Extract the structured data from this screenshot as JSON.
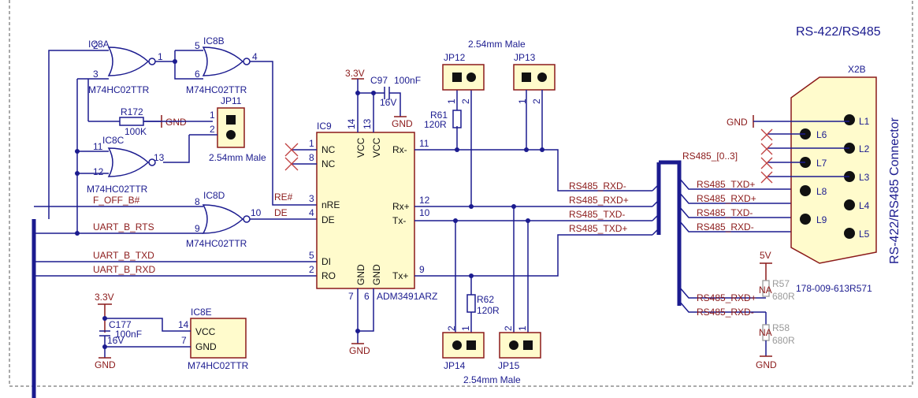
{
  "title": "RS-422/RS485",
  "connector_title": "RS-422/RS485 Connector",
  "gates": {
    "ic8a": {
      "ref": "IC8A",
      "part": "M74HC02TTR",
      "pins": [
        "2",
        "3",
        "1"
      ]
    },
    "ic8b": {
      "ref": "IC8B",
      "part": "M74HC02TTR",
      "pins": [
        "5",
        "6",
        "4"
      ]
    },
    "ic8c": {
      "ref": "IC8C",
      "part": "M74HC02TTR",
      "pins": [
        "11",
        "12",
        "13"
      ]
    },
    "ic8d": {
      "ref": "IC8D",
      "part": "M74HC02TTR",
      "pins": [
        "8",
        "9",
        "10"
      ]
    }
  },
  "ic8e": {
    "ref": "IC8E",
    "part": "M74HC02TTR",
    "vcc": "VCC",
    "gnd": "GND",
    "pin_vcc": "14",
    "pin_gnd": "7"
  },
  "ic9": {
    "ref": "IC9",
    "part": "ADM3491ARZ",
    "left_pins": [
      {
        "num": "1",
        "name": "NC"
      },
      {
        "num": "8",
        "name": "NC"
      },
      {
        "num": "3",
        "name": "nRE"
      },
      {
        "num": "4",
        "name": "DE"
      },
      {
        "num": "5",
        "name": "DI"
      },
      {
        "num": "2",
        "name": "RO"
      }
    ],
    "right_pins": [
      {
        "num": "11",
        "name": "Rx-"
      },
      {
        "num": "12",
        "name": "Rx+"
      },
      {
        "num": "10",
        "name": "Tx-"
      },
      {
        "num": "9",
        "name": "Tx+"
      }
    ],
    "top_pins": [
      {
        "num": "14",
        "name": "VCC"
      },
      {
        "num": "13",
        "name": "VCC"
      }
    ],
    "bottom_pins": [
      {
        "num": "7",
        "name": "GND"
      },
      {
        "num": "6",
        "name": "GND"
      }
    ]
  },
  "jumpers": {
    "jp11": {
      "ref": "JP11",
      "label": "2.54mm Male",
      "pins": [
        "1",
        "2"
      ]
    },
    "jp12": {
      "ref": "JP12",
      "pins": [
        "1",
        "2"
      ]
    },
    "jp13": {
      "ref": "JP13",
      "pins": [
        "1",
        "2"
      ]
    },
    "jp14": {
      "ref": "JP14",
      "pins": [
        "2",
        "1"
      ]
    },
    "jp15": {
      "ref": "JP15",
      "pins": [
        "2",
        "1"
      ]
    },
    "top_label": "2.54mm Male",
    "bottom_label": "2.54mm Male"
  },
  "resistors": {
    "r172": {
      "ref": "R172",
      "value": "100K"
    },
    "r61": {
      "ref": "R61",
      "value": "120R"
    },
    "r62": {
      "ref": "R62",
      "value": "120R"
    },
    "r57": {
      "ref": "R57",
      "value": "680R",
      "na": "NA"
    },
    "r58": {
      "ref": "R58",
      "value": "680R",
      "na": "NA"
    }
  },
  "capacitors": {
    "c97": {
      "ref": "C97",
      "value": "100nF",
      "voltage": "16V"
    },
    "c177": {
      "ref": "C177",
      "value": "100nF",
      "voltage": "16V"
    }
  },
  "power": {
    "v33_a": "3.3V",
    "v33_b": "3.3V",
    "v5": "5V",
    "gnd": "GND"
  },
  "nets": {
    "re": "RE#",
    "de": "DE",
    "f_off": "F_OFF_B#",
    "uart_rts": "UART_B_RTS",
    "uart_txd": "UART_B_TXD",
    "uart_rxd": "UART_B_RXD",
    "bus": "RS485_[0..3]",
    "rxd_m": "RS485_RXD-",
    "rxd_p": "RS485_RXD+",
    "txd_m": "RS485_TXD-",
    "txd_p": "RS485_TXD+"
  },
  "connector": {
    "ref": "X2B",
    "part": "178-009-613R571",
    "pins": [
      "L1",
      "L6",
      "L2",
      "L7",
      "L3",
      "L8",
      "L4",
      "L9",
      "L5"
    ]
  }
}
